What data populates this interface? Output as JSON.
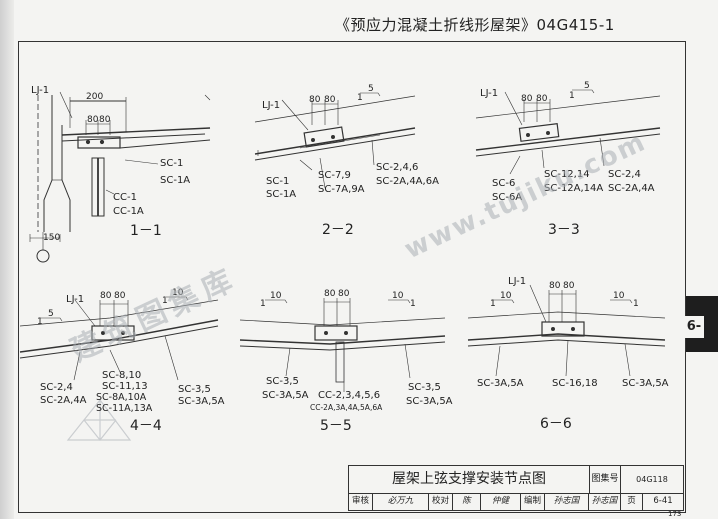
{
  "header": {
    "title": "《预应力混凝土折线形屋架》04G415-1"
  },
  "side_tab": {
    "label": "6-"
  },
  "watermark": {
    "text_cn": "建筑图集库",
    "text_en": "www.tujiku.com"
  },
  "sections": {
    "s1": {
      "title": "1－1",
      "lj": "LJ-1",
      "dim_total": "200",
      "dim_a": "80",
      "dim_b": "80",
      "sc_a": "SC-1",
      "sc_b": "SC-1A",
      "cc_a": "CC-1",
      "cc_b": "CC-1A",
      "dim_bottom": "150"
    },
    "s2": {
      "title": "2－2",
      "lj": "LJ-1",
      "dim_a": "80",
      "dim_b": "80",
      "slope_1": "1",
      "slope_2": "5",
      "sc_left_a": "SC-1",
      "sc_left_b": "SC-1A",
      "sc_mid_a": "SC-7,9",
      "sc_mid_b": "SC-7A,9A",
      "sc_right_a": "SC-2,4,6",
      "sc_right_b": "SC-2A,4A,6A"
    },
    "s3": {
      "title": "3－3",
      "lj": "LJ-1",
      "dim_a": "80",
      "dim_b": "80",
      "slope_1": "1",
      "slope_2": "5",
      "sc_left_a": "SC-6",
      "sc_left_b": "SC-6A",
      "sc_mid_a": "SC-12,14",
      "sc_mid_b": "SC-12A,14A",
      "sc_right_a": "SC-2,4",
      "sc_right_b": "SC-2A,4A"
    },
    "s4": {
      "title": "4－4",
      "lj": "LJ-1",
      "dim_a": "80",
      "dim_b": "80",
      "slope_l1": "1",
      "slope_l2": "5",
      "slope_r1": "1",
      "slope_r2": "10",
      "sc_a": "SC-2,4",
      "sc_b": "SC-2A,4A",
      "sc_c": "SC-8,10",
      "sc_d": "SC-11,13",
      "sc_e": "SC-8A,10A",
      "sc_f": "SC-11A,13A",
      "sc_g": "SC-3,5",
      "sc_h": "SC-3A,5A"
    },
    "s5": {
      "title": "5－5",
      "dim_a": "80",
      "dim_b": "80",
      "slope_l1": "1",
      "slope_l2": "10",
      "slope_r1": "10",
      "slope_r2": "1",
      "sc_left_a": "SC-3,5",
      "sc_left_b": "SC-3A,5A",
      "cc_a": "CC-2,3,4,5,6",
      "cc_b": "CC-2A,3A,4A,5A,6A",
      "sc_right_a": "SC-3,5",
      "sc_right_b": "SC-3A,5A"
    },
    "s6": {
      "title": "6－6",
      "lj": "LJ-1",
      "dim_a": "80",
      "dim_b": "80",
      "slope_l1": "1",
      "slope_l2": "10",
      "slope_r1": "10",
      "slope_r2": "1",
      "sc_left": "SC-3A,5A",
      "sc_mid": "SC-16,18",
      "sc_right": "SC-3A,5A"
    }
  },
  "title_block": {
    "drawing_name": "屋架上弦支撑安装节点图",
    "atlas_label": "图集号",
    "atlas_no": "04G118",
    "page_label": "页",
    "page_no": "6-41",
    "review": "审核",
    "review_sig": "必万九",
    "check": "校对",
    "check_sig": "陈",
    "check_sig2": "仲健",
    "design": "编制",
    "design_sig": "孙志国",
    "design_sig2": "孙志国"
  },
  "page_number": "173"
}
